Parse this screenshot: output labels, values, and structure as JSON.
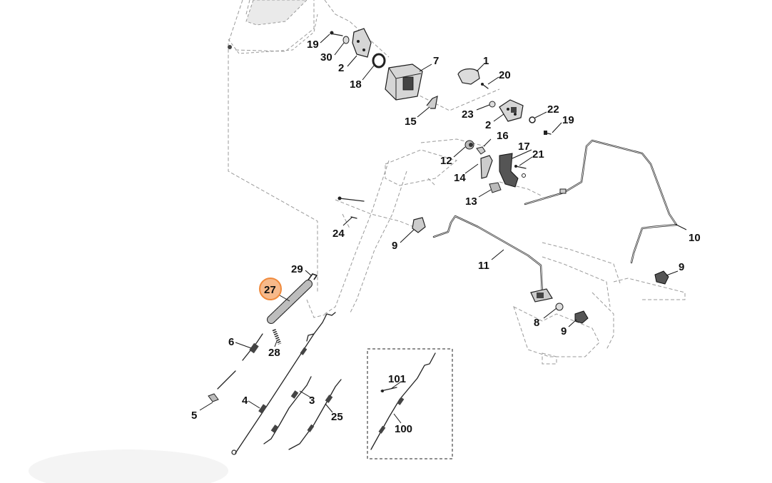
{
  "diagram": {
    "highlight_color": "#f08a3c",
    "highlight_fill": "#f7b98a",
    "labels": {
      "p1": "1",
      "p2a": "2",
      "p2b": "2",
      "p3": "3",
      "p4": "4",
      "p5": "5",
      "p6": "6",
      "p7": "7",
      "p8": "8",
      "p9a": "9",
      "p9b": "9",
      "p9c": "9",
      "p10": "10",
      "p11": "11",
      "p12": "12",
      "p13": "13",
      "p14": "14",
      "p15": "15",
      "p16": "16",
      "p17": "17",
      "p18": "18",
      "p19a": "19",
      "p19b": "19",
      "p20": "20",
      "p21": "21",
      "p22": "22",
      "p23": "23",
      "p24": "24",
      "p25": "25",
      "p27": "27",
      "p28": "28",
      "p29": "29",
      "p30": "30",
      "p100": "100",
      "p101": "101"
    }
  }
}
